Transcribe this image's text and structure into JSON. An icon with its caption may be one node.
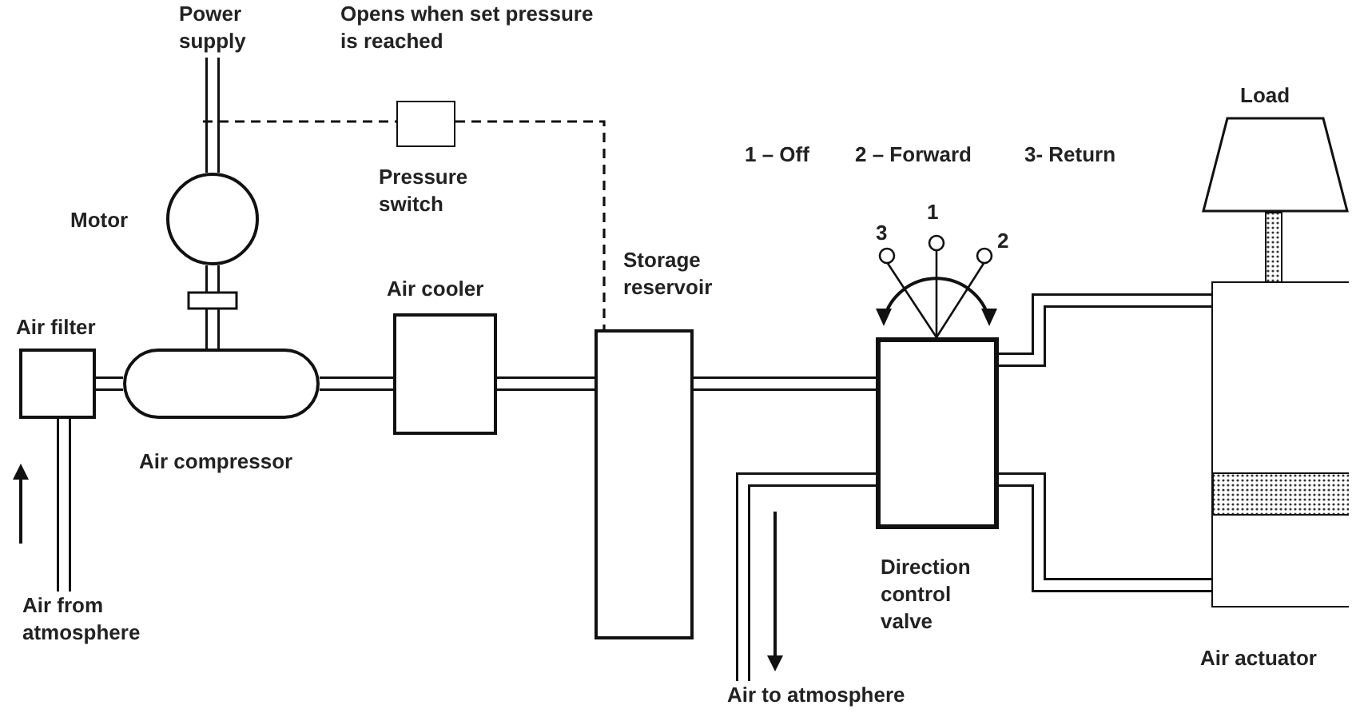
{
  "diagram": {
    "nodes": [
      {
        "text": [
          "Air filter"
        ]
      },
      {
        "text": [
          "Motor"
        ]
      },
      {
        "text": [
          "Air compressor"
        ]
      },
      {
        "text": [
          "Air cooler"
        ]
      },
      {
        "text": [
          "Storage reservoir"
        ]
      },
      {
        "text": [
          "Pressure switch"
        ]
      },
      {
        "text": [
          "Direction control valve"
        ]
      },
      {
        "text": [
          "Air actuator"
        ]
      },
      {
        "text": [
          "Load"
        ]
      },
      {
        "text": [
          "Power supply"
        ]
      },
      {
        "text": [
          "Air from atmosphere"
        ]
      },
      {
        "text": [
          "Air to atmosphere"
        ]
      }
    ],
    "edges": [
      {
        "from": 9,
        "to": 1,
        "arrow": "none"
      },
      {
        "from": 1,
        "to": 2,
        "arrow": "none"
      },
      {
        "from": 10,
        "to": 0,
        "arrow": "none"
      },
      {
        "from": 0,
        "to": 2,
        "arrow": "none"
      },
      {
        "from": 2,
        "to": 3,
        "arrow": "none"
      },
      {
        "from": 3,
        "to": 4,
        "arrow": "none"
      },
      {
        "from": 4,
        "to": 6,
        "arrow": "none"
      },
      {
        "from": 6,
        "to": 7,
        "arrow": "none"
      },
      {
        "from": 6,
        "to": 7,
        "arrow": "none"
      },
      {
        "from": 6,
        "to": 11,
        "arrow": "none"
      },
      {
        "from": null,
        "to": 5,
        "arrow": "none",
        "style": "dashed"
      },
      {
        "from": 5,
        "to": 4,
        "arrow": "none",
        "style": "dashed"
      }
    ],
    "labels": [
      "Opens when set pressure is reached",
      "1 – Off",
      "2 – Forward",
      "3- Return",
      "3",
      "1",
      "2"
    ]
  }
}
